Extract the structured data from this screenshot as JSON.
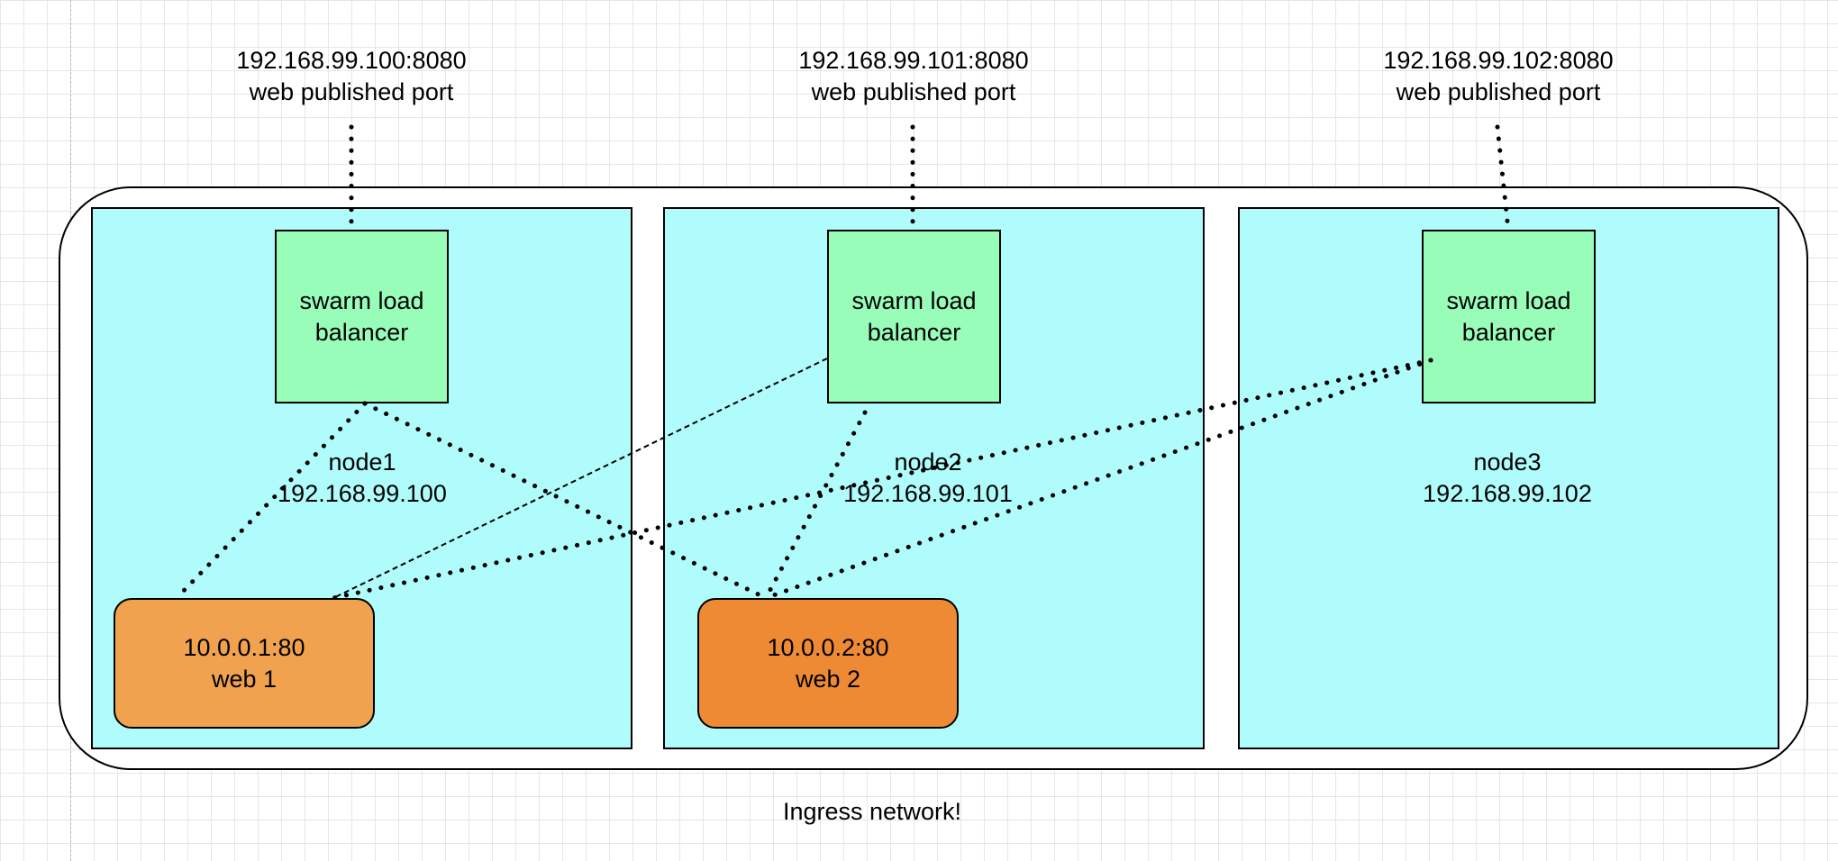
{
  "published_ports": [
    {
      "address": "192.168.99.100:8080",
      "caption": "web published port"
    },
    {
      "address": "192.168.99.101:8080",
      "caption": "web published port"
    },
    {
      "address": "192.168.99.102:8080",
      "caption": "web published port"
    }
  ],
  "nodes": [
    {
      "name": "node1",
      "ip": "192.168.99.100",
      "load_balancer": "swarm load balancer"
    },
    {
      "name": "node2",
      "ip": "192.168.99.101",
      "load_balancer": "swarm load balancer"
    },
    {
      "name": "node3",
      "ip": "192.168.99.102",
      "load_balancer": "swarm load balancer"
    }
  ],
  "containers": [
    {
      "address": "10.0.0.1:80",
      "name": "web 1",
      "color": "#f0a24f"
    },
    {
      "address": "10.0.0.2:80",
      "name": "web 2",
      "color": "#ef8a34"
    }
  ],
  "network_label": "Ingress network!",
  "colors": {
    "node_fill": "#b0fcfc",
    "load_balancer_fill": "#97fdb9",
    "grid": "#e6e6e6"
  }
}
